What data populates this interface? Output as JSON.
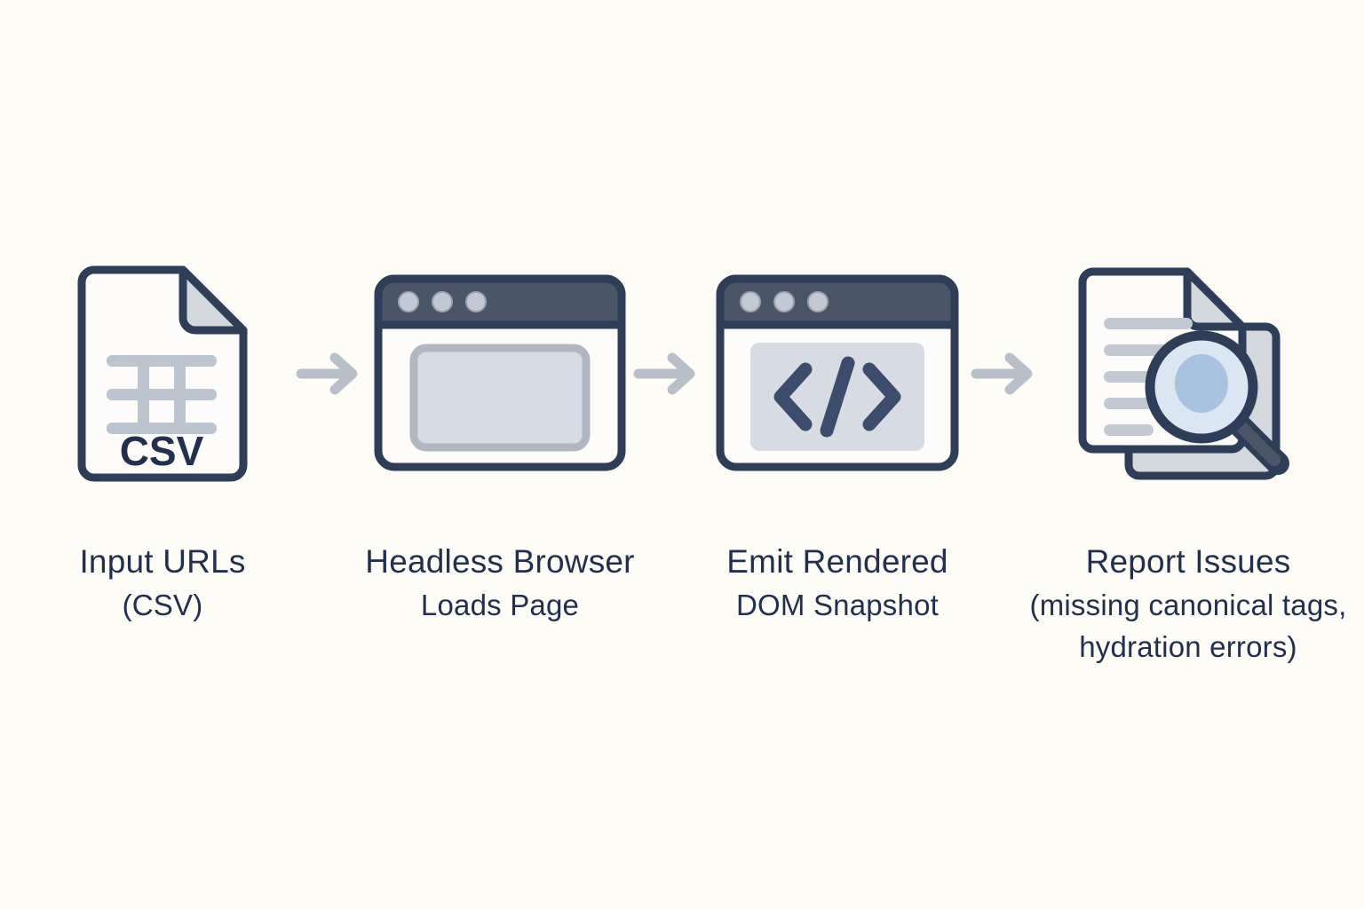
{
  "diagram": {
    "type": "pipeline-flow",
    "title": "",
    "background_color": "#fdfcf7",
    "text_color": "#22304d",
    "accent_dark": "#2e3d58",
    "accent_slate": "#4a5568",
    "accent_gray": "#c3c9d2",
    "accent_lens": "#dbe6f3",
    "accent_lens_inner": "#a9c2e0",
    "arrow_color": "#b8bfc9",
    "steps": [
      {
        "id": "input-urls",
        "icon": "csv-file-icon",
        "icon_text": "CSV",
        "label": "Input URLs",
        "sublabel": "(CSV)"
      },
      {
        "id": "headless-browser",
        "icon": "browser-window-icon",
        "icon_text": "",
        "label": "Headless Browser",
        "sublabel": "Loads Page"
      },
      {
        "id": "dom-snapshot",
        "icon": "code-browser-window-icon",
        "icon_text": "</>",
        "label": "Emit Rendered",
        "sublabel": "DOM Snapshot"
      },
      {
        "id": "report-issues",
        "icon": "document-magnifier-icon",
        "icon_text": "",
        "label": "Report Issues",
        "sublabel": "(missing canonical tags,\nhydration errors)"
      }
    ],
    "arrows": [
      {
        "id": "arrow-1",
        "from": "input-urls",
        "to": "headless-browser"
      },
      {
        "id": "arrow-2",
        "from": "headless-browser",
        "to": "dom-snapshot"
      },
      {
        "id": "arrow-3",
        "from": "dom-snapshot",
        "to": "report-issues"
      }
    ]
  }
}
